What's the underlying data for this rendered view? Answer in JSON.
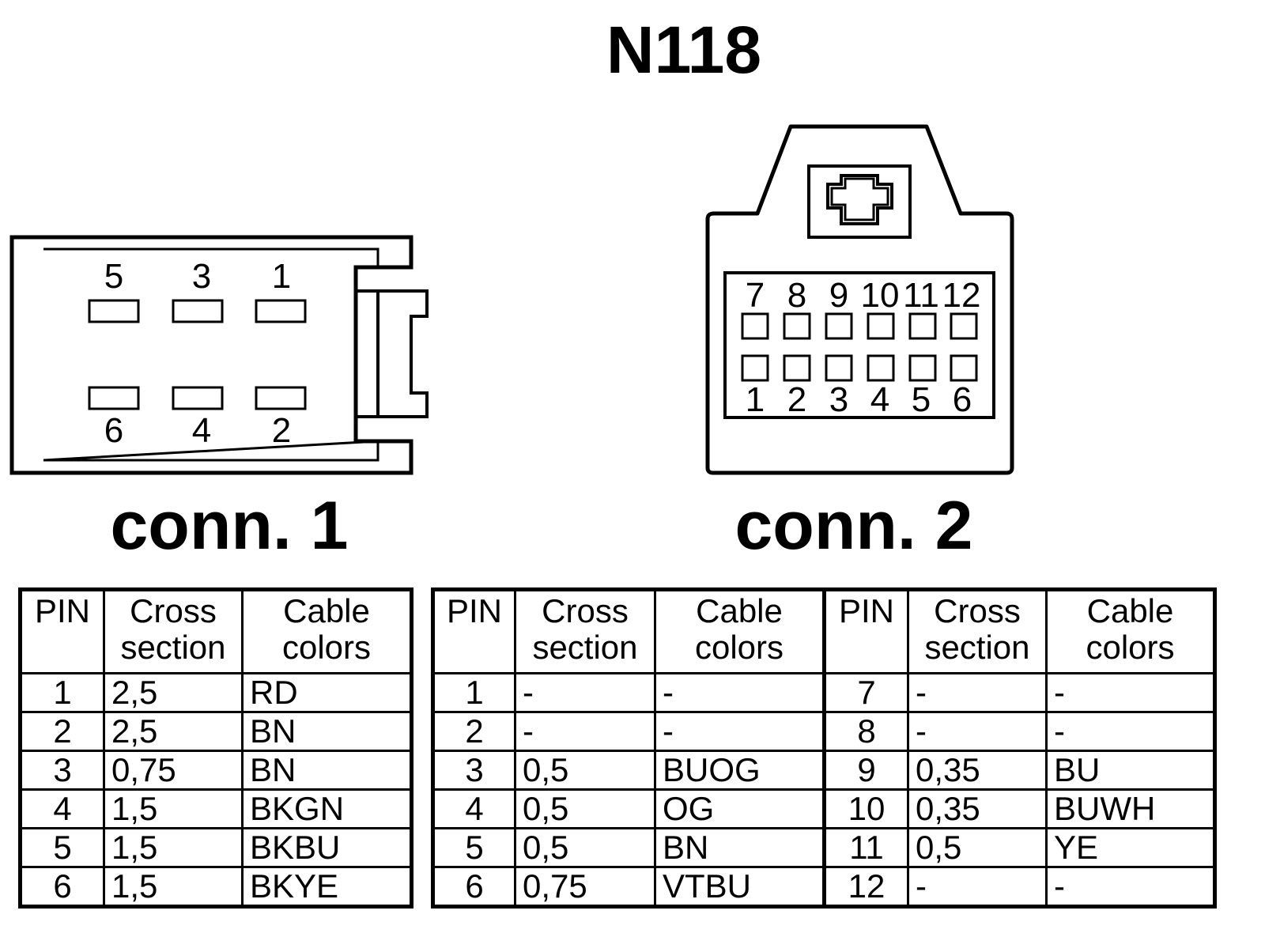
{
  "title": "N118",
  "connector1": {
    "label": "conn. 1",
    "top_pins": [
      "5",
      "3",
      "1"
    ],
    "bottom_pins": [
      "6",
      "4",
      "2"
    ]
  },
  "connector2": {
    "label": "conn. 2",
    "top_pins": [
      "7",
      "8",
      "9",
      "10",
      "11",
      "12"
    ],
    "bottom_pins": [
      "1",
      "2",
      "3",
      "4",
      "5",
      "6"
    ]
  },
  "headers": {
    "pin": "PIN",
    "cross_line1": "Cross",
    "cross_line2": "section",
    "colors_line1": "Cable",
    "colors_line2": "colors"
  },
  "table1_rows": [
    {
      "pin": "1",
      "cross": "2,5",
      "color": "RD"
    },
    {
      "pin": "2",
      "cross": "2,5",
      "color": "BN"
    },
    {
      "pin": "3",
      "cross": "0,75",
      "color": "BN"
    },
    {
      "pin": "4",
      "cross": "1,5",
      "color": "BKGN"
    },
    {
      "pin": "5",
      "cross": "1,5",
      "color": "BKBU"
    },
    {
      "pin": "6",
      "cross": "1,5",
      "color": "BKYE"
    }
  ],
  "table2_rows": [
    {
      "pin_a": "1",
      "cross_a": "-",
      "color_a": "-",
      "pin_b": "7",
      "cross_b": "-",
      "color_b": "-"
    },
    {
      "pin_a": "2",
      "cross_a": "-",
      "color_a": "-",
      "pin_b": "8",
      "cross_b": "-",
      "color_b": "-"
    },
    {
      "pin_a": "3",
      "cross_a": "0,5",
      "color_a": "BUOG",
      "pin_b": "9",
      "cross_b": "0,35",
      "color_b": "BU"
    },
    {
      "pin_a": "4",
      "cross_a": "0,5",
      "color_a": "OG",
      "pin_b": "10",
      "cross_b": "0,35",
      "color_b": "BUWH"
    },
    {
      "pin_a": "5",
      "cross_a": "0,5",
      "color_a": "BN",
      "pin_b": "11",
      "cross_b": "0,5",
      "color_b": "YE"
    },
    {
      "pin_a": "6",
      "cross_a": "0,75",
      "color_a": "VTBU",
      "pin_b": "12",
      "cross_b": "-",
      "color_b": "-"
    }
  ]
}
